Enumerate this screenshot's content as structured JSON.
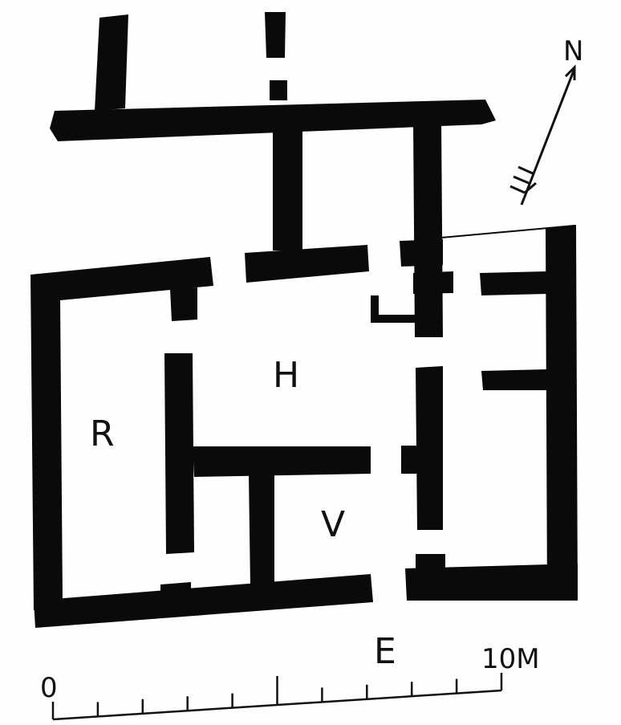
{
  "plan": {
    "rooms": {
      "r": "R",
      "h": "H",
      "v": "V"
    },
    "entrance": "E",
    "north": "N",
    "scale": {
      "start": "0",
      "end": "10M",
      "divisions": 10
    }
  },
  "colors": {
    "wall": "#0a0a0a",
    "paper": "#fefefe"
  }
}
